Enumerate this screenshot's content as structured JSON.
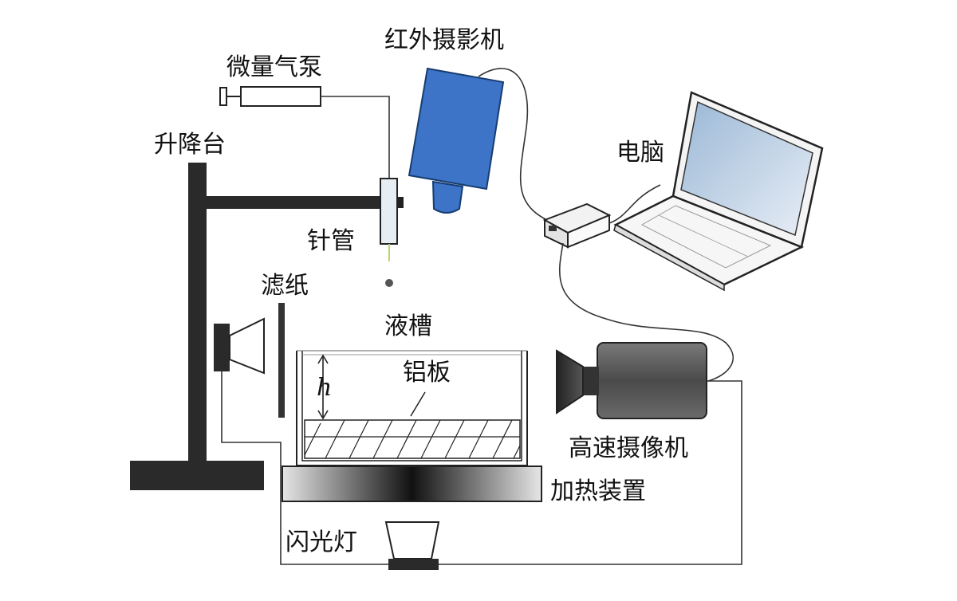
{
  "labels": {
    "micro_pump": "微量气泵",
    "ir_camera": "红外摄影机",
    "lift_stand": "升降台",
    "computer": "电脑",
    "needle": "针管",
    "filter_paper": "滤纸",
    "liquid_tank": "液槽",
    "aluminum_plate": "铝板",
    "height_symbol": "h",
    "high_speed_camera": "高速摄像机",
    "heater": "加热装置",
    "flash_lamp": "闪光灯"
  },
  "colors": {
    "ir_camera_body": "#3d74c8",
    "stand": "#2a2a2a",
    "wire": "#333333",
    "camera_body": "#555555"
  }
}
